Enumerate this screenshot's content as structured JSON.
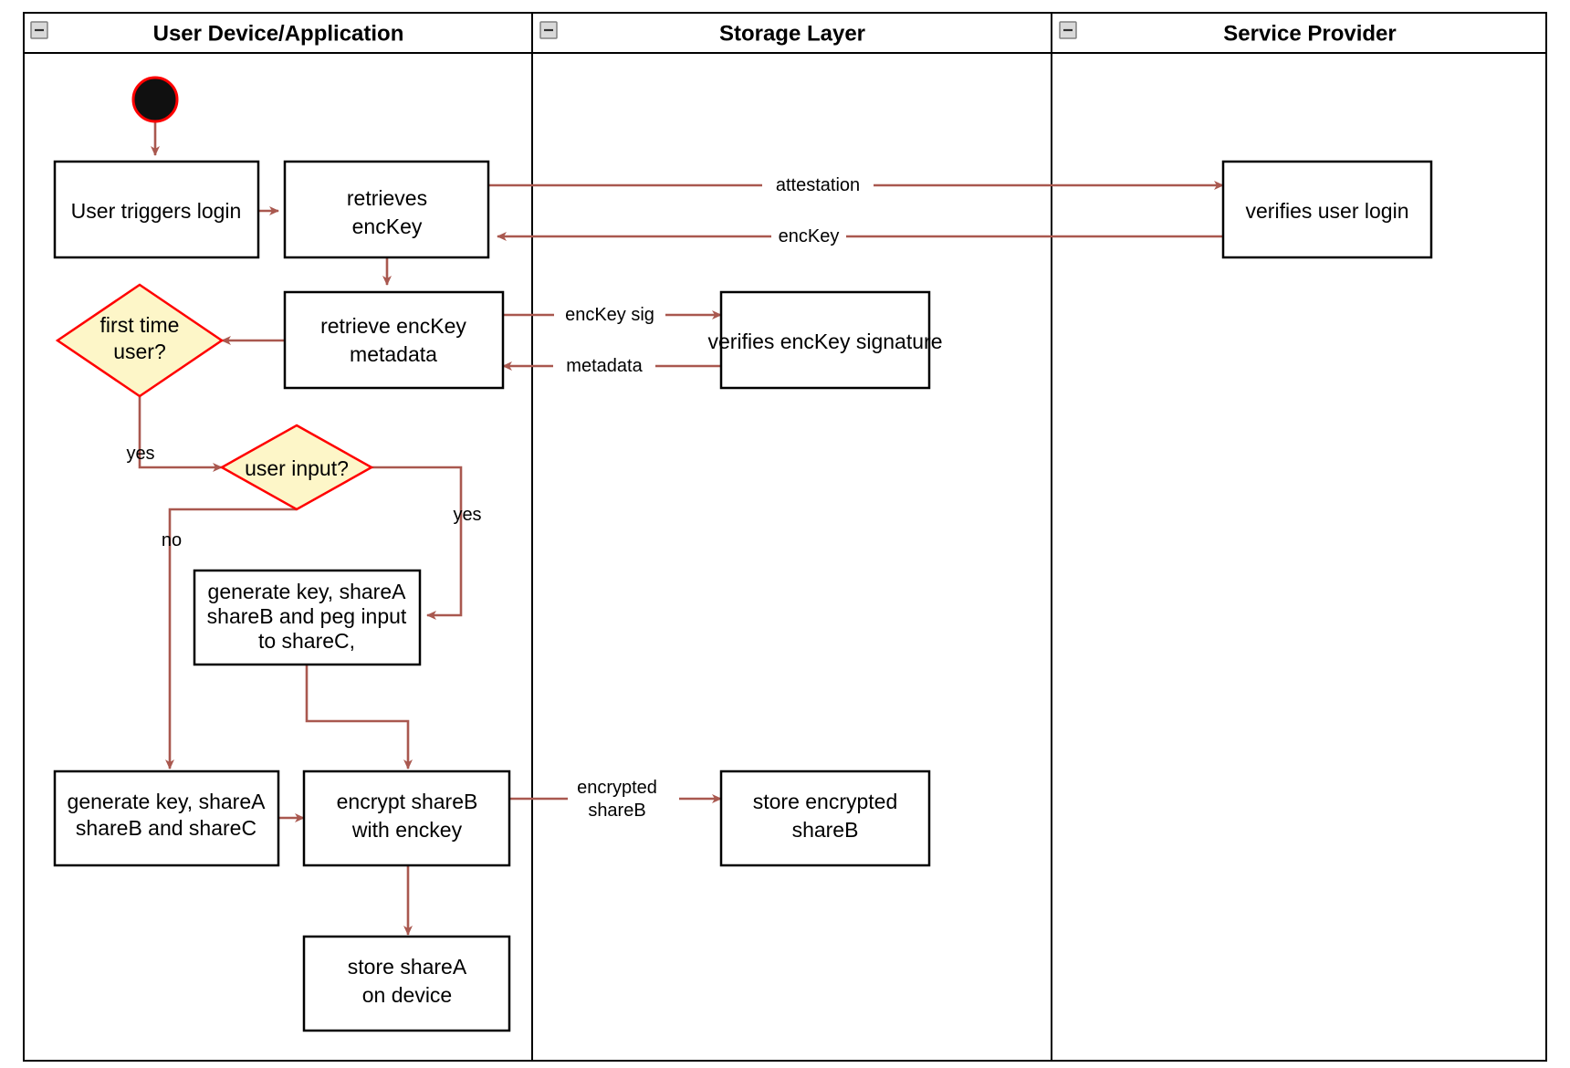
{
  "diagram": {
    "type": "uml-activity-swimlane",
    "lanes": [
      {
        "id": "user-device",
        "title": "User Device/Application",
        "collapse_icon": "minus-icon"
      },
      {
        "id": "storage-layer",
        "title": "Storage Layer",
        "collapse_icon": "minus-icon"
      },
      {
        "id": "service-provider",
        "title": "Service Provider",
        "collapse_icon": "minus-icon"
      }
    ],
    "colors": {
      "edge": "#a9584f",
      "decision_fill": "#fdf6c8",
      "decision_stroke": "#ff0000",
      "node_stroke": "#000000",
      "node_fill": "#ffffff",
      "start_fill": "#101010",
      "start_stroke": "#ff0000",
      "lane_border": "#000000"
    },
    "nodes": [
      {
        "id": "start",
        "kind": "initial-node",
        "lane": "user-device",
        "label": ""
      },
      {
        "id": "user-triggers-login",
        "kind": "action",
        "lane": "user-device",
        "label_lines": [
          "User triggers login"
        ]
      },
      {
        "id": "retrieves-enckey",
        "kind": "action",
        "lane": "user-device",
        "label_lines": [
          "retrieves",
          "encKey"
        ]
      },
      {
        "id": "verifies-user-login",
        "kind": "action",
        "lane": "service-provider",
        "label_lines": [
          "verifies user login"
        ]
      },
      {
        "id": "retrieve-enckey-metadata",
        "kind": "action",
        "lane": "user-device",
        "label_lines": [
          "retrieve encKey",
          "metadata"
        ]
      },
      {
        "id": "verifies-enckey-signature",
        "kind": "action",
        "lane": "storage-layer",
        "label_lines": [
          "verifies encKey signature"
        ]
      },
      {
        "id": "first-time-user",
        "kind": "decision",
        "lane": "user-device",
        "label_lines": [
          "first time",
          "user?"
        ]
      },
      {
        "id": "user-input",
        "kind": "decision",
        "lane": "user-device",
        "label_lines": [
          "user input?"
        ]
      },
      {
        "id": "generate-peg-input",
        "kind": "action",
        "lane": "user-device",
        "label_lines": [
          "generate key, shareA",
          "shareB and peg input",
          "to shareC,"
        ]
      },
      {
        "id": "generate-sharec",
        "kind": "action",
        "lane": "user-device",
        "label_lines": [
          "generate key, shareA",
          "shareB and shareC"
        ]
      },
      {
        "id": "encrypt-shareb",
        "kind": "action",
        "lane": "user-device",
        "label_lines": [
          "encrypt shareB",
          "with enckey"
        ]
      },
      {
        "id": "store-encrypted-shareb",
        "kind": "action",
        "lane": "storage-layer",
        "label_lines": [
          "store encrypted",
          "shareB"
        ]
      },
      {
        "id": "store-sharea",
        "kind": "action",
        "lane": "user-device",
        "label_lines": [
          "store shareA",
          "on device"
        ]
      }
    ],
    "edges": [
      {
        "id": "start-to-login",
        "from": "start",
        "to": "user-triggers-login",
        "label": ""
      },
      {
        "id": "login-to-retrieves",
        "from": "user-triggers-login",
        "to": "retrieves-enckey",
        "label": ""
      },
      {
        "id": "retrieves-to-verifies",
        "from": "retrieves-enckey",
        "to": "verifies-user-login",
        "label": "attestation"
      },
      {
        "id": "verifies-to-retrieves",
        "from": "verifies-user-login",
        "to": "retrieves-enckey",
        "label": "encKey"
      },
      {
        "id": "retrieves-to-metadata",
        "from": "retrieves-enckey",
        "to": "retrieve-enckey-metadata",
        "label": ""
      },
      {
        "id": "metadata-to-sig",
        "from": "retrieve-enckey-metadata",
        "to": "verifies-enckey-signature",
        "label": "encKey sig"
      },
      {
        "id": "sig-to-metadata",
        "from": "verifies-enckey-signature",
        "to": "retrieve-enckey-metadata",
        "label": "metadata"
      },
      {
        "id": "metadata-to-firsttime",
        "from": "retrieve-enckey-metadata",
        "to": "first-time-user",
        "label": ""
      },
      {
        "id": "firsttime-yes",
        "from": "first-time-user",
        "to": "user-input",
        "label": "yes"
      },
      {
        "id": "userinput-yes",
        "from": "user-input",
        "to": "generate-peg-input",
        "label": "yes"
      },
      {
        "id": "userinput-no",
        "from": "user-input",
        "to": "generate-sharec",
        "label": "no"
      },
      {
        "id": "peg-to-encrypt",
        "from": "generate-peg-input",
        "to": "encrypt-shareb",
        "label": ""
      },
      {
        "id": "sharec-to-encrypt",
        "from": "generate-sharec",
        "to": "encrypt-shareb",
        "label": ""
      },
      {
        "id": "encrypt-to-store",
        "from": "encrypt-shareb",
        "to": "store-encrypted-shareb",
        "label_lines": [
          "encrypted",
          "shareB"
        ]
      },
      {
        "id": "encrypt-to-sharea",
        "from": "encrypt-shareb",
        "to": "store-sharea",
        "label": ""
      }
    ],
    "edge_labels": {
      "attestation": "attestation",
      "enckey": "encKey",
      "enckey_sig": "encKey sig",
      "metadata": "metadata",
      "yes_firsttime": "yes",
      "yes_userinput": "yes",
      "no_userinput": "no",
      "encrypted_line1": "encrypted",
      "encrypted_line2": "shareB"
    }
  }
}
